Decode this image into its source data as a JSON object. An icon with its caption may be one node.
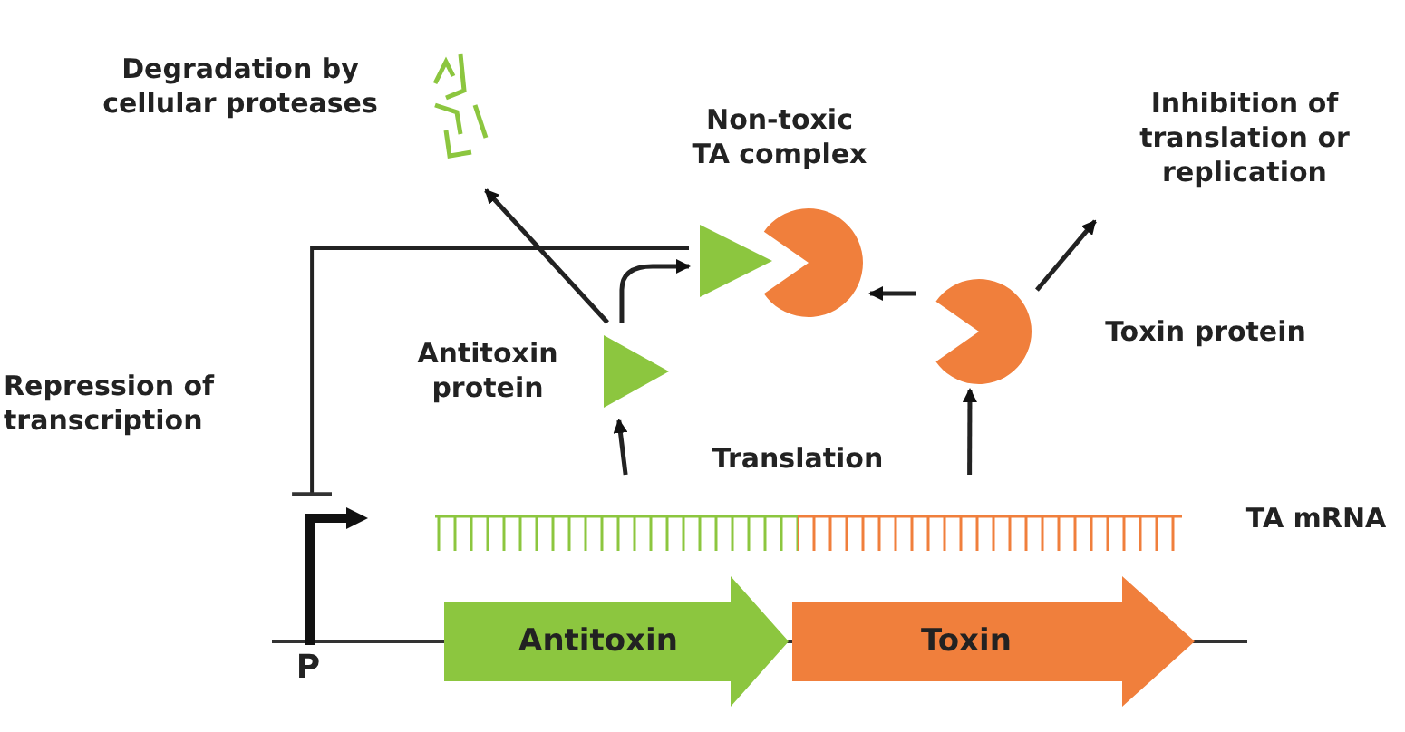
{
  "diagram": {
    "nodes": [
      {
        "text": [
          "Degradation by cellular proteases"
        ]
      },
      {
        "text": [
          "Non-toxic TA complex"
        ]
      },
      {
        "text": [
          "Inhibition of translation or replication"
        ]
      },
      {
        "text": [
          "Antitoxin protein"
        ]
      },
      {
        "text": [
          "Toxin protein"
        ]
      },
      {
        "text": [
          "P"
        ]
      },
      {
        "text": [
          "TA mRNA"
        ]
      },
      {
        "text": [
          "Antitoxin"
        ]
      },
      {
        "text": [
          "Toxin"
        ]
      }
    ],
    "edges": [
      {
        "from": 3,
        "to": 0,
        "arrow": "to"
      },
      {
        "from": 3,
        "to": 1,
        "arrow": "to"
      },
      {
        "from": 4,
        "to": 1,
        "arrow": "to"
      },
      {
        "from": 4,
        "to": 2,
        "arrow": "to"
      },
      {
        "from": 1,
        "to": 5,
        "arrow": "other",
        "label": "Repression of transcription"
      },
      {
        "from": 6,
        "to": 3,
        "arrow": "to"
      },
      {
        "from": 6,
        "to": 4,
        "arrow": "to"
      }
    ],
    "labels": [
      "Translation"
    ]
  }
}
